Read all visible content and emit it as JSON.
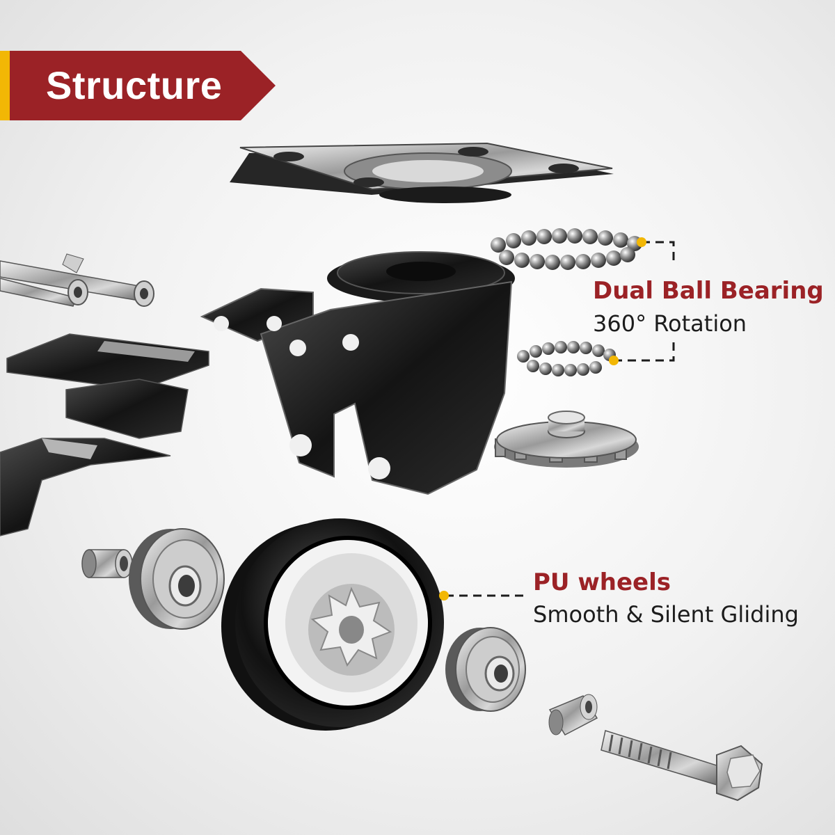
{
  "banner": {
    "title": "Structure",
    "color": "#9b2226",
    "accent": "#f2b705"
  },
  "callouts": [
    {
      "title": "Dual Ball Bearing",
      "subtitle": "360° Rotation"
    },
    {
      "title": "PU wheels",
      "subtitle": "Smooth & Silent Gliding"
    }
  ],
  "colors": {
    "title_red": "#9b2226",
    "dot_yellow": "#f2b705"
  }
}
